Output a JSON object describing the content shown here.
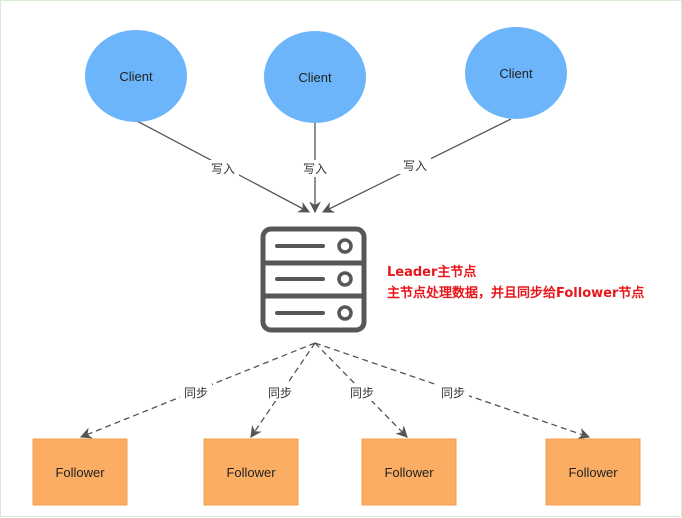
{
  "colors": {
    "client_fill": "#6cb5fb",
    "follower_fill": "#fbad63",
    "follower_stroke": "#f0a050",
    "server_stroke": "#575757",
    "arrow": "#555555",
    "note_text": "#e8161c"
  },
  "clients": [
    {
      "label": "Client"
    },
    {
      "label": "Client"
    },
    {
      "label": "Client"
    }
  ],
  "write_edges": [
    {
      "label": "写入"
    },
    {
      "label": "写入"
    },
    {
      "label": "写入"
    }
  ],
  "leader": {
    "icon": "server-icon",
    "note_line1": "Leader主节点",
    "note_line2": "主节点处理数据，并且同步给Follower节点"
  },
  "sync_edges": [
    {
      "label": "同步"
    },
    {
      "label": "同步"
    },
    {
      "label": "同步"
    },
    {
      "label": "同步"
    }
  ],
  "followers": [
    {
      "label": "Follower"
    },
    {
      "label": "Follower"
    },
    {
      "label": "Follower"
    },
    {
      "label": "Follower"
    }
  ]
}
